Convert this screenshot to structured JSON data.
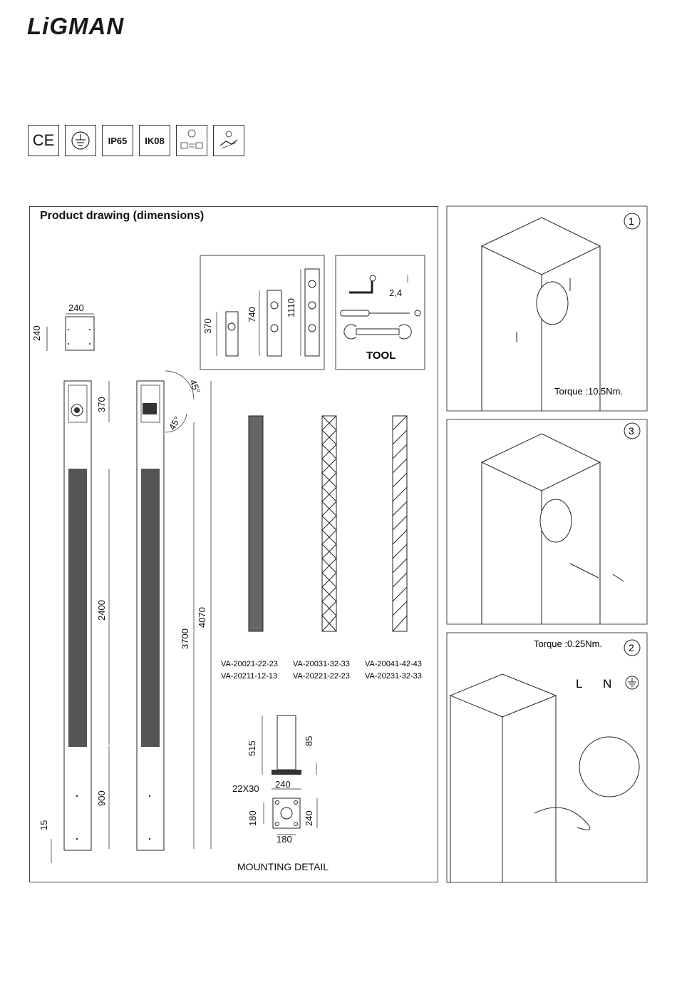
{
  "brand": {
    "logo": "LiGMAN"
  },
  "certifications": [
    {
      "label": "CE",
      "icon": "ce-mark-icon"
    },
    {
      "label": "",
      "icon": "earth-ground-icon"
    },
    {
      "label": "IP65",
      "icon": "ip-rating"
    },
    {
      "label": "IK08",
      "icon": "ik-rating"
    },
    {
      "label": "",
      "icon": "driver-connection-icon"
    },
    {
      "label": "",
      "icon": "cable-connection-icon"
    }
  ],
  "drawing": {
    "title": "Product drawing (dimensions)",
    "top_view": {
      "width": "240",
      "depth": "240"
    },
    "heights": {
      "h370": "370",
      "h740": "740",
      "h1110": "1110"
    },
    "tool": {
      "hex": "2,4",
      "label": "TOOL"
    },
    "front": {
      "d370": "370",
      "d2400": "2400",
      "d900": "900",
      "d15": "15",
      "d3700": "3700",
      "d4070": "4070",
      "a1": "45°",
      "a2": "45°"
    },
    "codes": [
      [
        "VA-20021-22-23",
        "VA-20211-12-13"
      ],
      [
        "VA-20031-32-33",
        "VA-20221-22-23"
      ],
      [
        "VA-20041-42-43",
        "VA-20231-32-33"
      ]
    ],
    "mounting": {
      "h515": "515",
      "h85": "85",
      "w240": "240",
      "hole": "22X30",
      "h180": "180",
      "h240": "240",
      "w180": "180",
      "label": "MOUNTING DETAIL"
    }
  },
  "steps": [
    {
      "num": "1",
      "text": "Torque :10.5Nm."
    },
    {
      "num": "3",
      "text": ""
    },
    {
      "num": "2",
      "text": "Torque :0.25Nm.",
      "terminals": [
        "L",
        "N"
      ]
    }
  ]
}
